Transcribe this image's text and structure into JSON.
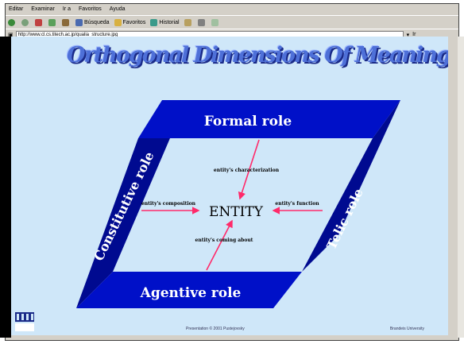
{
  "browser": {
    "menu": [
      "Editar",
      "Examinar",
      "Ir a",
      "Favoritos",
      "Ayuda"
    ],
    "toolbar": {
      "search_label": "Búsqueda",
      "favorites_label": "Favoritos",
      "history_label": "Historial"
    },
    "address_value": "http://www.cl.cs.titech.ac.jp/qualia_structure.jpg",
    "go_label": "Ir"
  },
  "page": {
    "banner": "Orthogonal Dimensions Of Meaning",
    "diagram": {
      "top_role": "Formal role",
      "left_role": "Constitutive role",
      "right_role": "Telic role",
      "bottom_role": "Agentive role",
      "center": "ENTITY",
      "arrow_top_label": "entity's characterization",
      "arrow_left_label": "entity's composition",
      "arrow_right_label": "entity's function",
      "arrow_bottom_label": "entity's coming about"
    },
    "footer_center": "Presentation © 2001 Pustejovsky",
    "footer_right": "Brandeis University"
  },
  "colors": {
    "panel_blue": "#0010c8",
    "panel_dark": "#000a80",
    "arrow": "#ff2a6a",
    "background": "#cfe7f9"
  }
}
